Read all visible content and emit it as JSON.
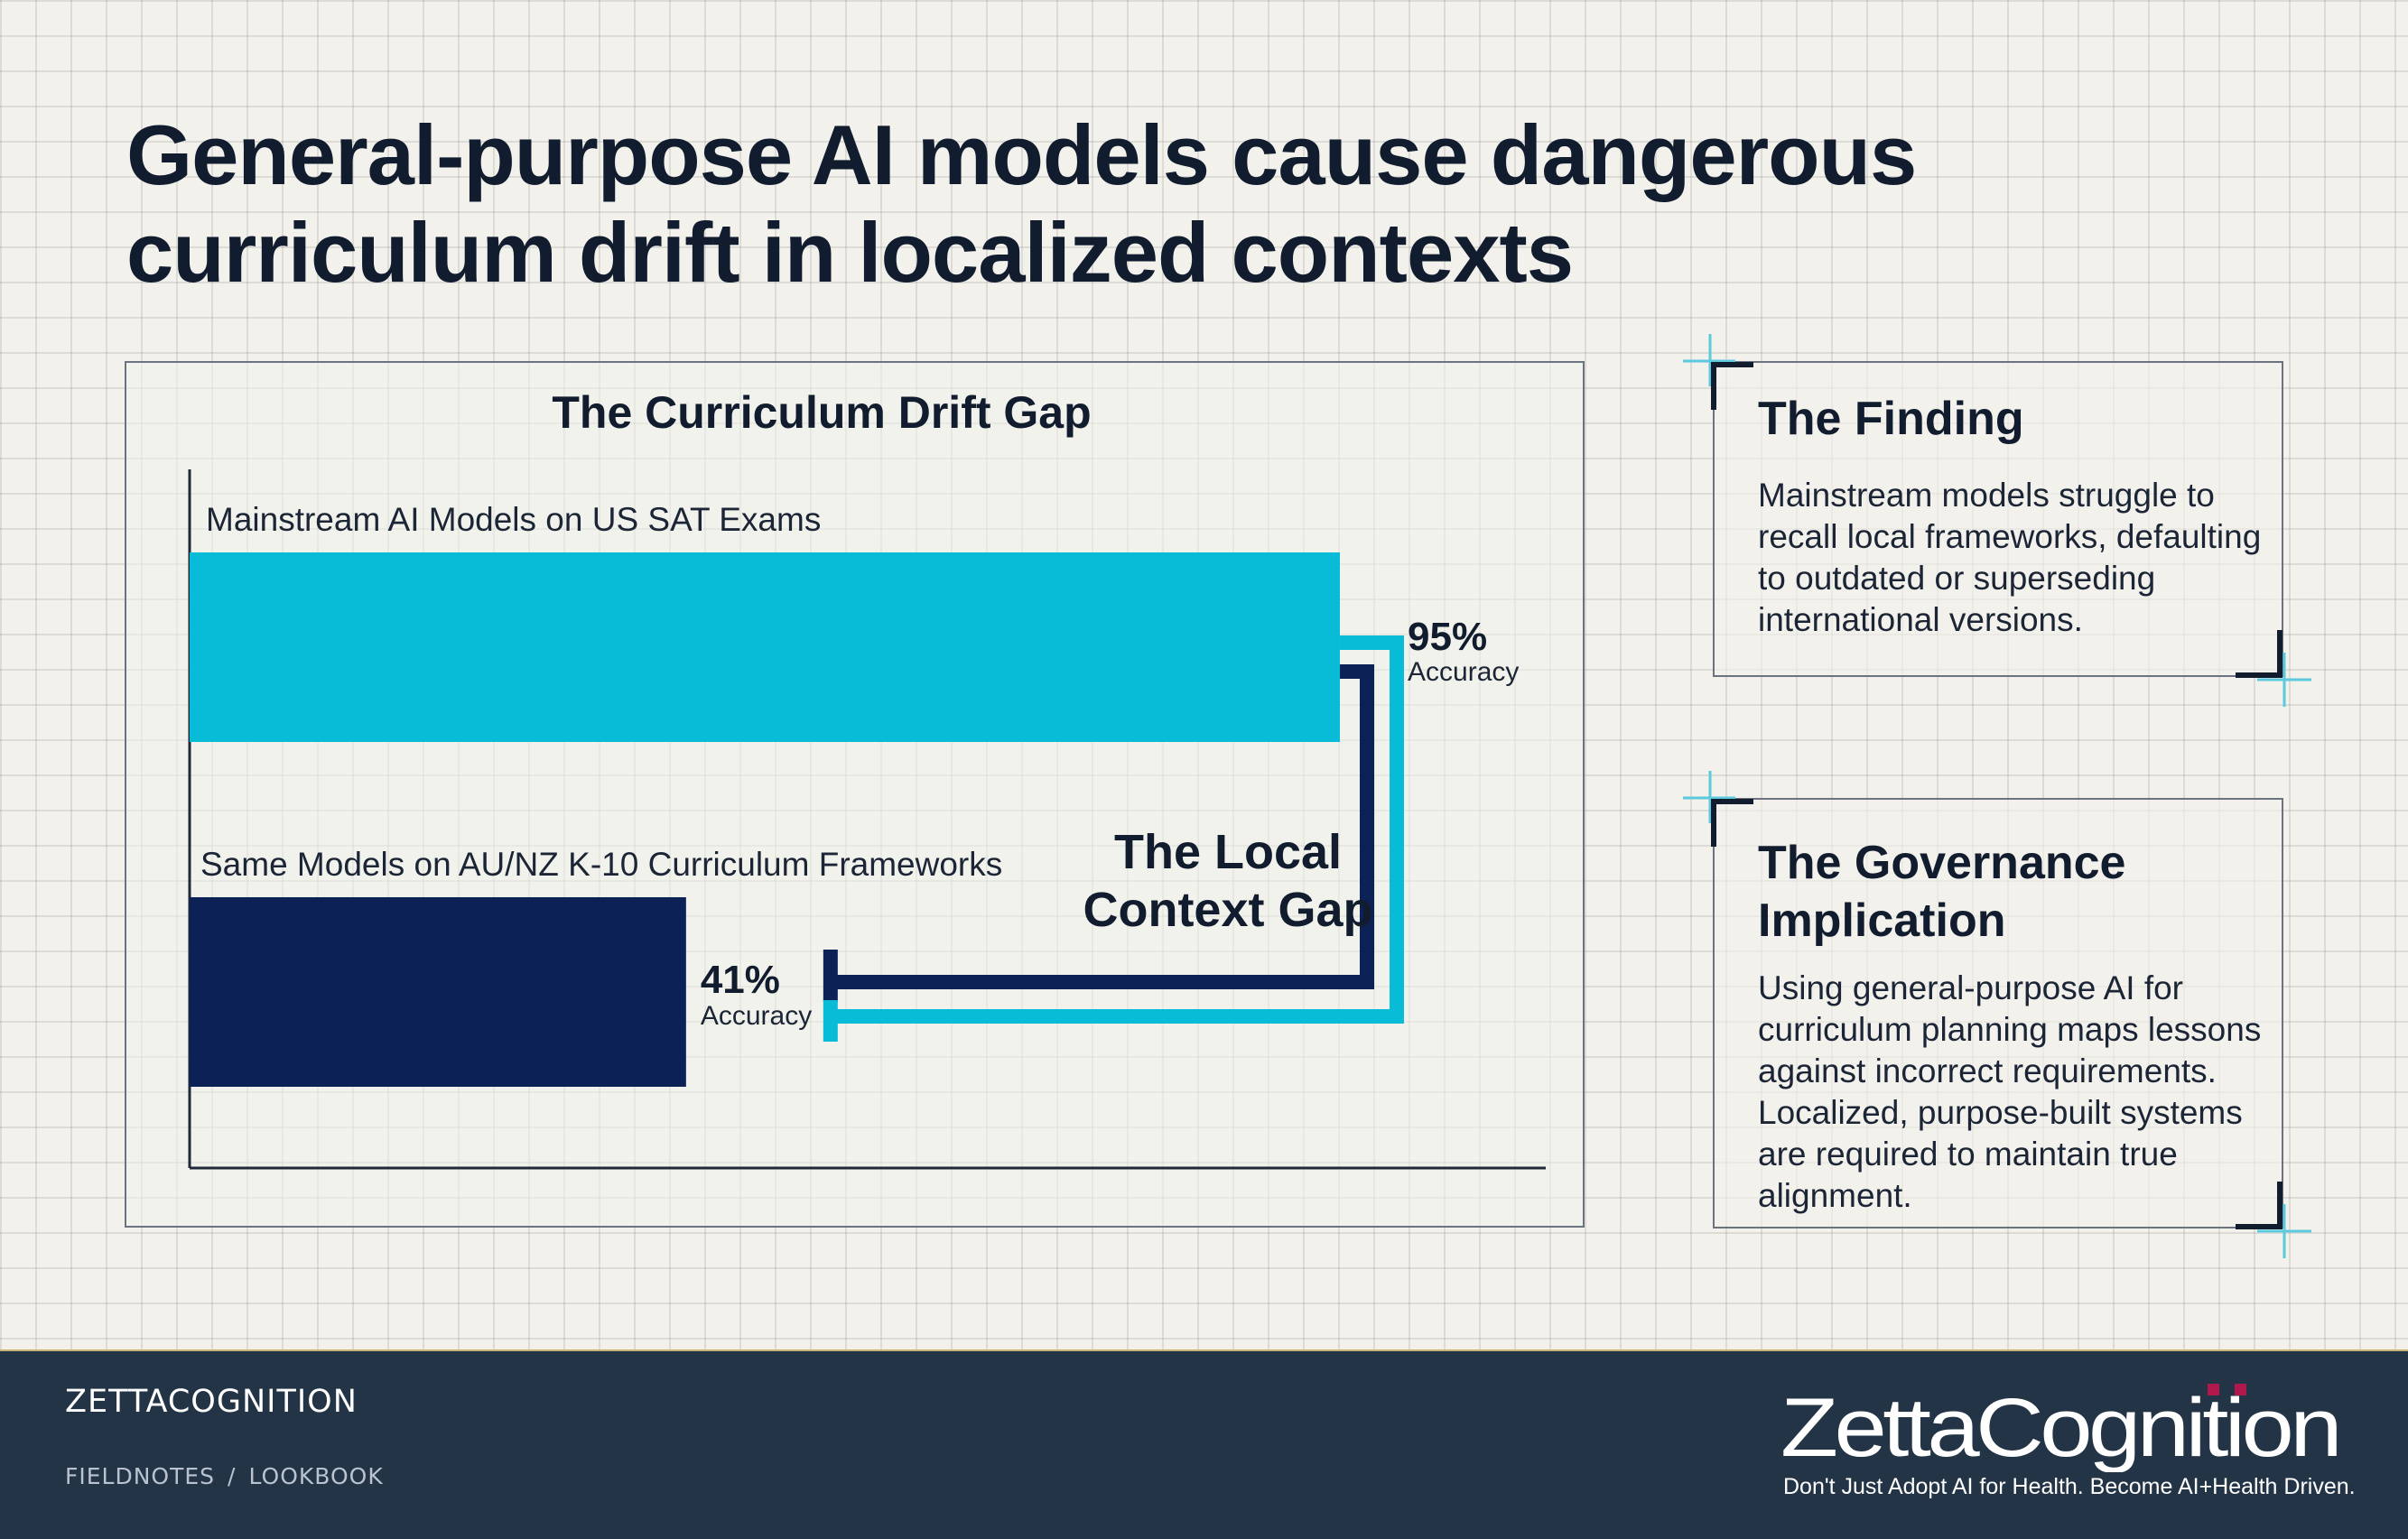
{
  "title": "General-purpose AI models cause dangerous curriculum drift in localized contexts",
  "chart_data": {
    "type": "bar",
    "orientation": "horizontal",
    "title": "The Curriculum Drift Gap",
    "unit": "Accuracy",
    "xlim": [
      0,
      112
    ],
    "grid": true,
    "categories": [
      "Mainstream AI Models on US SAT Exams",
      "Same Models on AU/NZ K-10 Curriculum Frameworks"
    ],
    "values": [
      95,
      41
    ],
    "value_labels": [
      "95%",
      "41%"
    ],
    "colors": [
      "#08bcd8",
      "#0c2155"
    ],
    "annotation": "The Local Context Gap"
  },
  "cards": [
    {
      "title": "The Finding",
      "body": "Mainstream models struggle to recall local frameworks, defaulting to outdated or superseding international versions."
    },
    {
      "title": "The Governance Implication",
      "body": "Using general-purpose AI for curriculum planning maps lessons against incorrect requirements. Localized, purpose-built systems are required to maintain true alignment."
    }
  ],
  "footer": {
    "brand": "ZETTACOGNITION",
    "crumbs": [
      "FIELDNOTES",
      "/",
      "LOOKBOOK"
    ],
    "logo_text": "ZettaCognition",
    "tagline": "Don't Just Adopt AI for Health. Become AI+Health Driven."
  },
  "colors": {
    "navy": "#0c2155",
    "cyan": "#08bcd8",
    "ink": "#111c2e",
    "footer_bg": "#243447",
    "logo_dot": "#b0174a"
  }
}
